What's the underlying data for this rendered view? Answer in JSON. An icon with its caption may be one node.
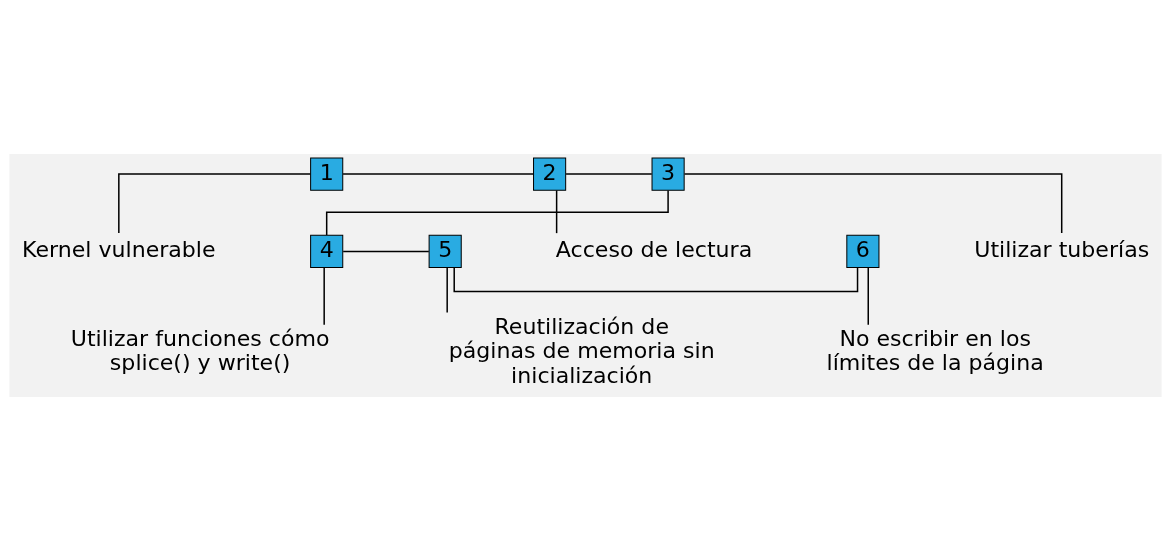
{
  "diagram": {
    "nodes": [
      {
        "text": [
          "1"
        ]
      },
      {
        "text": [
          "2"
        ]
      },
      {
        "text": [
          "3"
        ]
      },
      {
        "text": [
          "Kernel vulnerable"
        ]
      },
      {
        "text": [
          "Acceso de lectura"
        ]
      },
      {
        "text": [
          "Utilizar tuberías"
        ]
      },
      {
        "text": [
          "4"
        ]
      },
      {
        "text": [
          "5"
        ]
      },
      {
        "text": [
          "6"
        ]
      },
      {
        "text": [
          "Utilizar funciones cómo splice() y write()"
        ]
      },
      {
        "text": [
          "Reutilización de páginas de memoria sin inicialización"
        ]
      },
      {
        "text": [
          "No escribir en los límites de la página"
        ]
      }
    ],
    "edges": [
      {
        "from": 0,
        "to": 1,
        "arrow": "none"
      },
      {
        "from": 1,
        "to": 2,
        "arrow": "none"
      },
      {
        "from": 2,
        "to": 6,
        "arrow": "none"
      },
      {
        "from": 6,
        "to": 7,
        "arrow": "none"
      },
      {
        "from": 7,
        "to": 8,
        "arrow": "none"
      },
      {
        "from": 0,
        "to": 3,
        "arrow": "none"
      },
      {
        "from": 1,
        "to": 4,
        "arrow": "none"
      },
      {
        "from": 2,
        "to": 5,
        "arrow": "none"
      },
      {
        "from": 6,
        "to": 9,
        "arrow": "none"
      },
      {
        "from": 7,
        "to": 10,
        "arrow": "none"
      },
      {
        "from": 8,
        "to": 11,
        "arrow": "none"
      }
    ]
  }
}
